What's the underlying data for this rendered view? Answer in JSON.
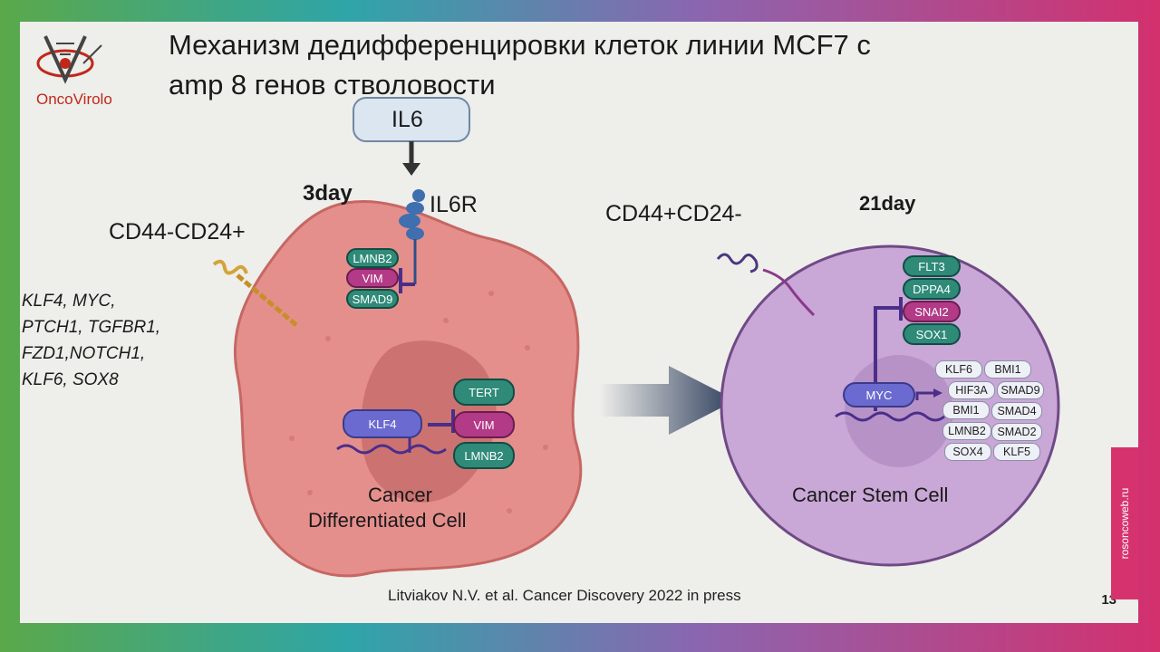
{
  "logo": {
    "text": "OncoVirolo"
  },
  "title": {
    "line1": "Механизм дедифференцировки клеток линии МCF7  с",
    "line2": "amp 8 генов стволовости"
  },
  "gene_list": [
    "KLF4, MYC,",
    "PTCH1, TGFBR1,",
    "FZD1,NOTCH1,",
    "KLF6, SOX8"
  ],
  "labels": {
    "il6": "IL6",
    "il6r": "IL6R",
    "day3": "3day",
    "day21": "21day",
    "marker_left": "CD44-CD24+",
    "marker_right": "CD44+CD24-",
    "left_cell_line1": "Cancer",
    "left_cell_line2": "Differentiated Cell",
    "right_cell": "Cancer Stem Cell"
  },
  "left_cell": {
    "membrane_pills": [
      "LMNB2",
      "VIM",
      "SMAD9"
    ],
    "nucleus_tf": "KLF4",
    "nucleus_pills": [
      "TERT",
      "VIM",
      "LMNB2"
    ]
  },
  "right_cell": {
    "membrane_pills": [
      "FLT3",
      "DPPA4",
      "SNAI2",
      "SOX1"
    ],
    "nucleus_tf": "MYC",
    "targets": [
      "KLF6",
      "BMI1",
      "HIF3A",
      "SMAD9",
      "BMI1",
      "SMAD4",
      "LMNB2",
      "SMAD2",
      "SOX4",
      "KLF5"
    ]
  },
  "citation": "Litviakov N.V. et al. Cancer Discovery 2022 in press",
  "page_number": "13",
  "side_tab": "rosoncoweb.ru",
  "colors": {
    "teal": "#2f8a78",
    "magenta": "#b23a86",
    "cell_left": "#e58f8c",
    "cell_right": "#c9a7d6"
  }
}
